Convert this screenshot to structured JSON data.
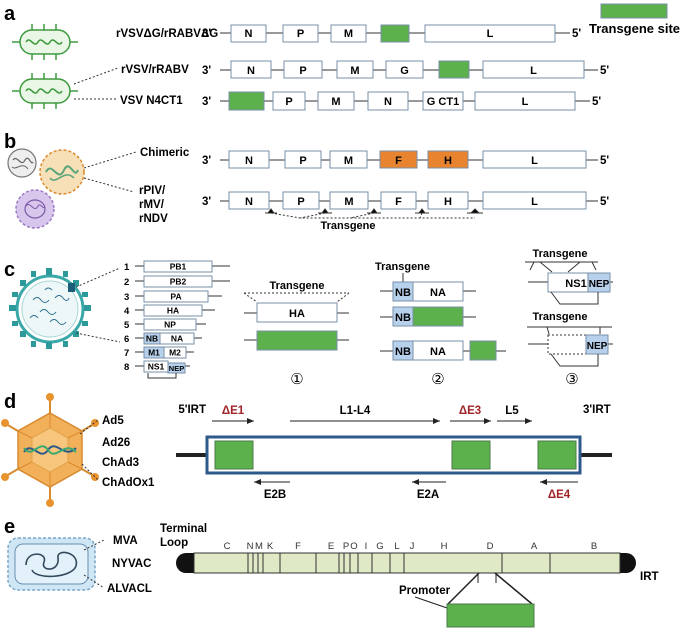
{
  "panels": {
    "a": {
      "letter": "a",
      "rows": [
        {
          "label": "rVSVΔG/rRABVΔG",
          "end3": "3'",
          "end5": "5'",
          "genes": [
            "N",
            "P",
            "M",
            "",
            "L"
          ]
        },
        {
          "label": "rVSV/rRABV",
          "end3": "3'",
          "end5": "5'",
          "genes": [
            "N",
            "P",
            "M",
            "G",
            "",
            "L"
          ]
        },
        {
          "label": "VSV N4CT1",
          "end3": "3'",
          "end5": "5'",
          "genes": [
            "",
            "P",
            "M",
            "N",
            "G CT1",
            "L"
          ]
        }
      ],
      "legend": "Transgene site"
    },
    "b": {
      "letter": "b",
      "rows": [
        {
          "label": "Chimeric",
          "end3": "3'",
          "end5": "5'",
          "genes": [
            "N",
            "P",
            "M",
            "F",
            "H",
            "L"
          ]
        },
        {
          "label_lines": [
            "rPIV/",
            "rMV/",
            "rNDV"
          ],
          "end3": "3'",
          "end5": "5'",
          "genes": [
            "N",
            "P",
            "M",
            "F",
            "H",
            "L"
          ]
        }
      ],
      "transgene": "Transgene"
    },
    "c": {
      "letter": "c",
      "segments": [
        {
          "num": "1",
          "name": "PB1"
        },
        {
          "num": "2",
          "name": "PB2"
        },
        {
          "num": "3",
          "name": "PA"
        },
        {
          "num": "4",
          "name": "HA"
        },
        {
          "num": "5",
          "name": "NP"
        },
        {
          "num": "6",
          "names": [
            "NB",
            "NA"
          ]
        },
        {
          "num": "7",
          "names": [
            "M1",
            "M2"
          ]
        },
        {
          "num": "8",
          "names": [
            "NS1",
            "NEP"
          ]
        }
      ],
      "s1": {
        "transgene": "Transgene",
        "gene": "HA",
        "marker": "①"
      },
      "s2": {
        "transgene": "Transgene",
        "nb": "NB",
        "na": "NA",
        "marker": "②"
      },
      "s3": {
        "transgene_top": "Transgene",
        "ns1": "NS1",
        "nep": "NEP",
        "transgene_bottom": "Transgene",
        "marker": "③"
      }
    },
    "d": {
      "letter": "d",
      "vectors": [
        "Ad5",
        "Ad26",
        "ChAd3",
        "ChAdOx1"
      ],
      "itr5": "5'IRT",
      "itr3": "3'IRT",
      "e1": "ΔE1",
      "l1l4": "L1-L4",
      "e3": "ΔE3",
      "l5": "L5",
      "e2b": "E2B",
      "e2a": "E2A",
      "e4": "ΔE4"
    },
    "e": {
      "letter": "e",
      "vectors": [
        "MVA",
        "NYVAC",
        "ALVACL"
      ],
      "terminal_loop_lines": [
        "Terminal",
        "Loop"
      ],
      "irt": "IRT",
      "regions": [
        "C",
        "N",
        "M",
        "K",
        "F",
        "E",
        "P",
        "O",
        "I",
        "G",
        "L",
        "J",
        "H",
        "D",
        "A",
        "B"
      ],
      "promoter": "Promoter"
    }
  },
  "colors": {
    "transgene_green": "#5db14d",
    "chimeric_orange": "#e8842f",
    "gene_border": "#7a8fa8",
    "light_blue": "#b7d0ec",
    "adeno_blue": "#2d5a8a",
    "poxvirus_green": "#dfe9c6",
    "dark_red": "#a02328",
    "adeno_orange": "#f2b05a"
  }
}
